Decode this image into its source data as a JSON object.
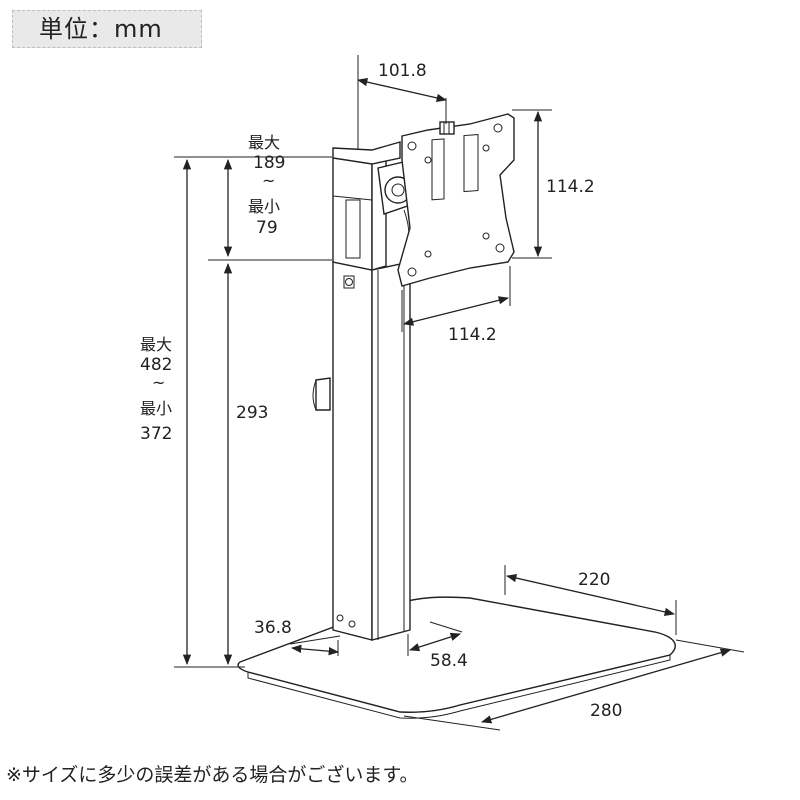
{
  "unit_label": "単位：mm",
  "note": "※サイズに多少の誤差がある場合がございます。",
  "dimensions": {
    "arm_offset": "101.8",
    "vesa_height": "114.2",
    "vesa_width": "114.2",
    "adjust_max_label": "最大",
    "adjust_max": "189",
    "adjust_wave": "~",
    "adjust_min_label": "最小",
    "adjust_min": "79",
    "total_max_label": "最大",
    "total_max": "482",
    "total_wave": "~",
    "total_min_label": "最小",
    "total_min": "372",
    "pole_height": "293",
    "pole_width": "36.8",
    "pole_depth": "58.4",
    "base_depth": "220",
    "base_width": "280"
  }
}
